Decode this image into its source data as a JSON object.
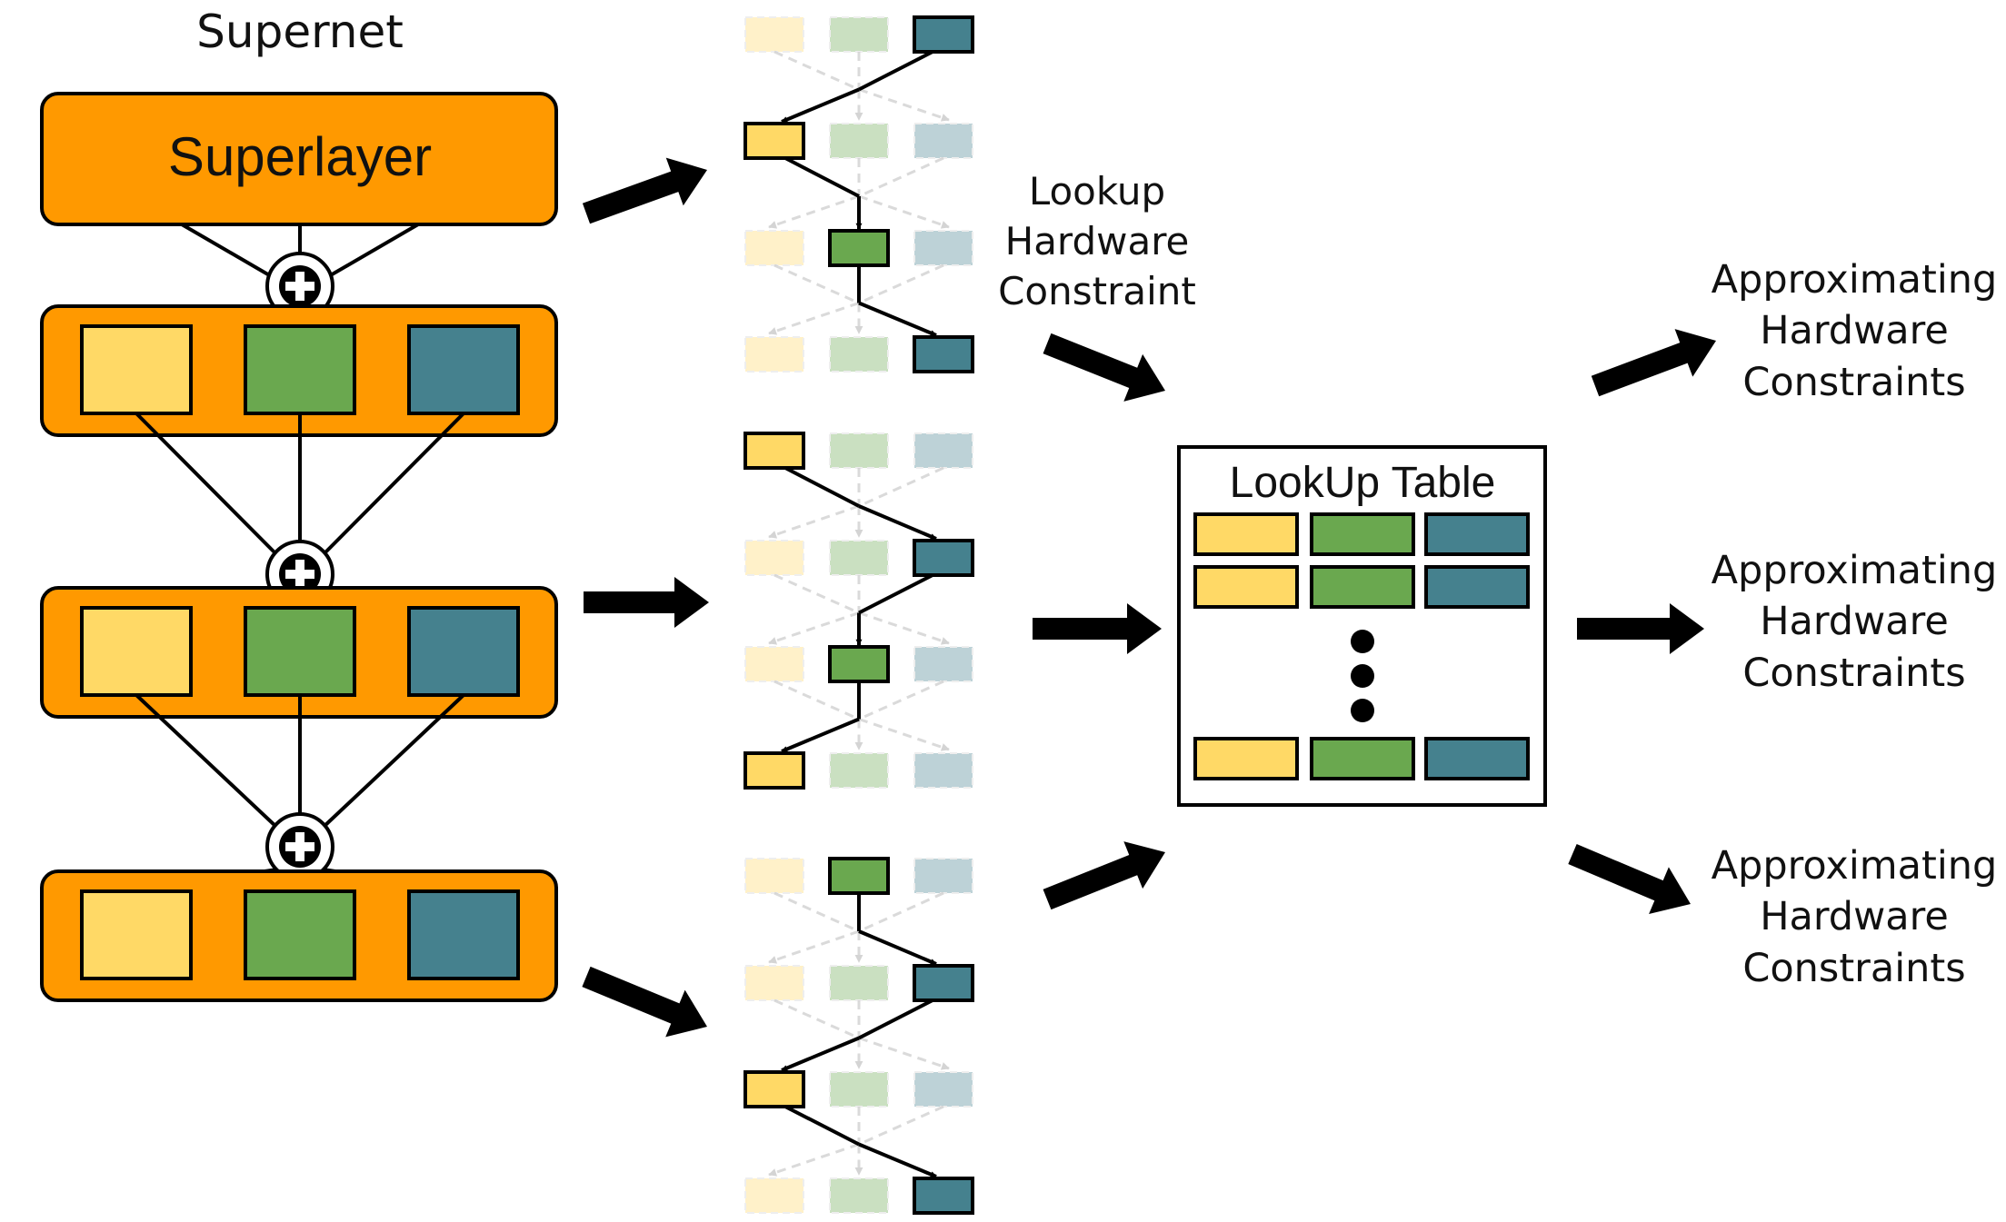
{
  "supernet": {
    "title": "Supernet",
    "superlayer_label": "Superlayer",
    "sum_symbol": "plus-circle-icon",
    "block_colors": [
      "#FFD966",
      "#6AA84F",
      "#45818E"
    ]
  },
  "lookup": {
    "caption": "Lookup Hardware Constraint",
    "caption_lines": [
      "Lookup",
      "Hardware",
      "Constraint"
    ],
    "table_title": "LookUp Table",
    "ellipsis_icon": "vertical-ellipsis-icon"
  },
  "outputs": [
    {
      "lines": [
        "Approximating",
        "Hardware",
        "Constraints"
      ]
    },
    {
      "lines": [
        "Approximating",
        "Hardware",
        "Constraints"
      ]
    },
    {
      "lines": [
        "Approximating",
        "Hardware",
        "Constraints"
      ]
    }
  ],
  "colors": {
    "orange": "#FF9900",
    "yellow": "#FFD966",
    "green": "#6AA84F",
    "teal": "#45818E"
  },
  "sampled_paths": [
    [
      2,
      0,
      1,
      2
    ],
    [
      0,
      2,
      1,
      0
    ],
    [
      1,
      2,
      0,
      2
    ]
  ]
}
